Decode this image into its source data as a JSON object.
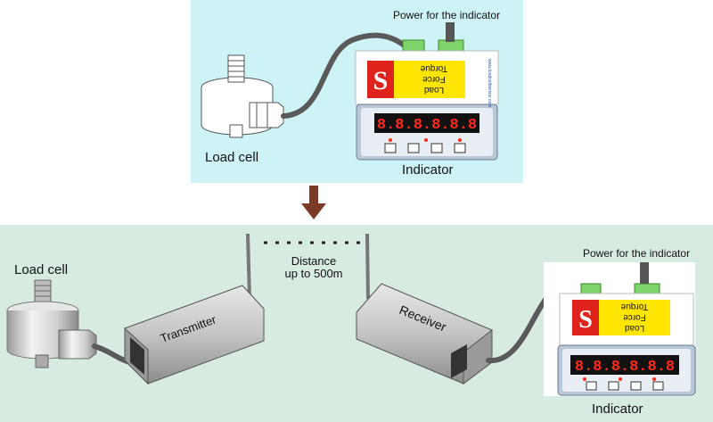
{
  "top": {
    "power_label": "Power for the indicator",
    "load_cell_label": "Load cell",
    "indicator_label": "Indicator",
    "brand_letter": "S",
    "panel_text": [
      "Load",
      "Force",
      "Torque"
    ],
    "url_text": "www.loadcellsensor.com",
    "display": "8.8.8.8.8.8"
  },
  "bottom": {
    "power_label": "Power for the indicator",
    "load_cell_label": "Load cell",
    "indicator_label": "Indicator",
    "distance_line1": "Distance",
    "distance_line2": "up to 500m",
    "transmitter_label": "Transmitter",
    "receiver_label": "Receiver",
    "brand_letter": "S",
    "panel_text": [
      "Load",
      "Force",
      "Torque"
    ],
    "display": "8.8.8.8.8.8"
  },
  "colors": {
    "top_bg": "#cdf3f7",
    "bottom_bg": "#d8ebe0",
    "arrow": "#7a3a26",
    "brand_red": "#e0221c",
    "brand_yellow": "#ffe600",
    "led_red": "#ff2a1a"
  }
}
